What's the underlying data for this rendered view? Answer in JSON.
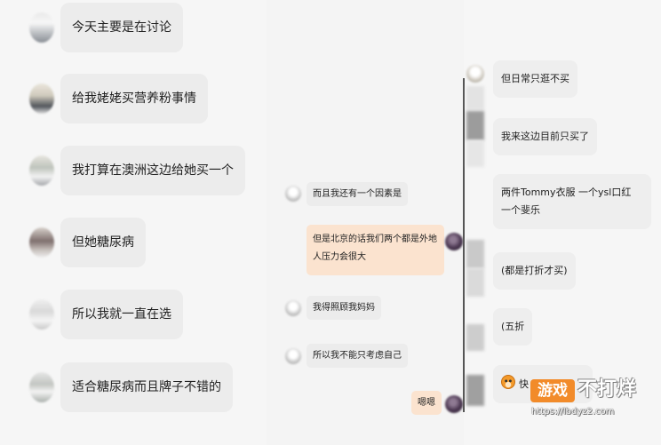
{
  "colors": {
    "left_bubble": "#ececec",
    "self_bubble": "#fbe3cf",
    "right_bubble": "#eeeeee",
    "watermark_accent": "#f28b2a",
    "text": "#222222"
  },
  "left_chat": {
    "messages": [
      {
        "text": "今天主要是在讨论"
      },
      {
        "text": "给我姥姥买营养粉事情"
      },
      {
        "text": "我打算在澳洲这边给她买一个"
      },
      {
        "text": "但她糖尿病"
      },
      {
        "text": "所以我就一直在选"
      },
      {
        "text": "适合糖尿病而且牌子不错的"
      }
    ]
  },
  "middle_chat": {
    "messages": [
      {
        "text": "而且我还有一个因素是"
      },
      {
        "text": "但是北京的话我们两个都是外地人压力会很大"
      },
      {
        "text": "我得照顾我妈妈"
      },
      {
        "text": "所以我不能只考虑自己"
      },
      {
        "text": "嗯嗯"
      }
    ]
  },
  "right_chat": {
    "messages": [
      {
        "text": "但日常只逛不买"
      },
      {
        "text": "我来这边目前只买了"
      },
      {
        "text": "两件Tommy衣服 一个ysl口红 一个斐乐"
      },
      {
        "text": "(都是打折才买)"
      },
      {
        "text": "(五折"
      },
      {
        "text": "快",
        "icon": "tiger-face-icon"
      }
    ]
  },
  "watermark": {
    "logo_box": "游戏",
    "logo_text": "不打烊",
    "url": "https://lbdyz2.com"
  }
}
